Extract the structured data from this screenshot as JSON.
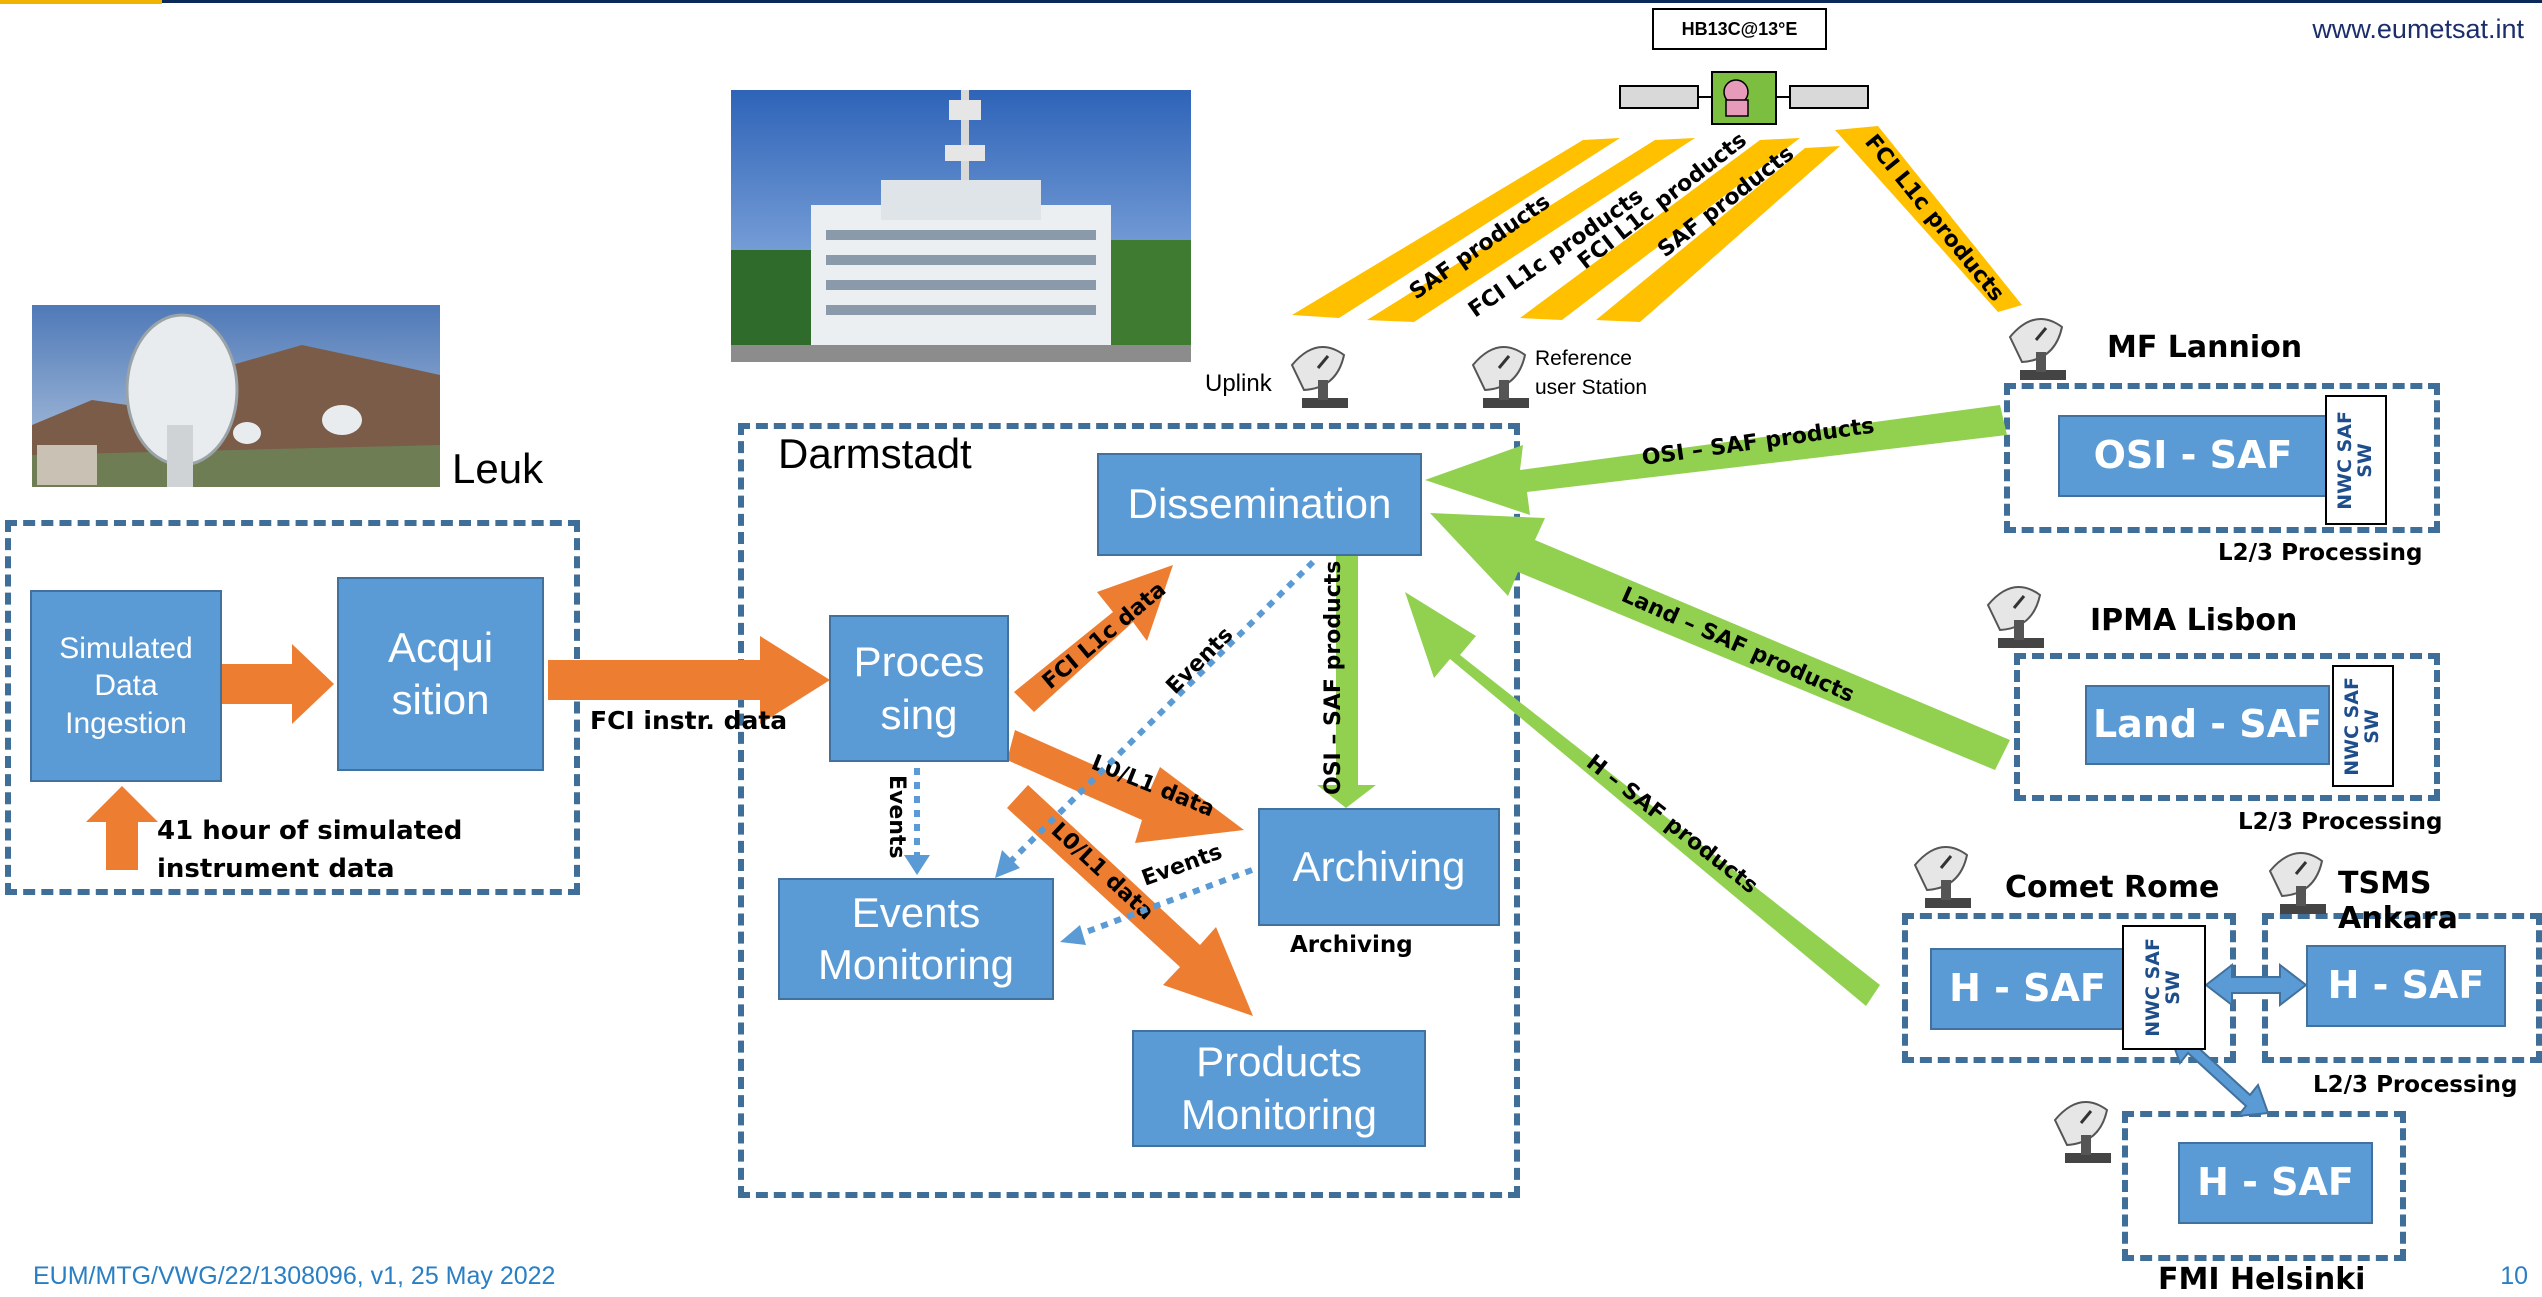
{
  "header": {
    "url": "www.eumetsat.int"
  },
  "footer": {
    "doc_ref": "EUM/MTG/VWG/22/1308096, v1, 25 May 2022",
    "page_number": "10"
  },
  "satellite": {
    "label": "HB13C@13°E"
  },
  "stations": {
    "uplink": "Uplink",
    "reference_line1": "Reference",
    "reference_line2": "user Station",
    "leuk": "Leuk",
    "darmstadt": "Darmstadt",
    "mf_lannion": "MF Lannion",
    "ipma_lisbon": "IPMA Lisbon",
    "comet_rome": "Comet Rome",
    "tsms_ankara": "TSMS Ankara",
    "fmi_helsinki": "FMI Helsinki"
  },
  "boxes": {
    "simulated_ingestion": "Simulated Data Ingestion",
    "acquisition_line1": "Acqui",
    "acquisition_line2": "sition",
    "processing_line1": "Proces",
    "processing_line2": "sing",
    "dissemination": "Dissemination",
    "archiving": "Archiving",
    "events_monitoring_line1": "Events",
    "events_monitoring_line2": "Monitoring",
    "products_monitoring_line1": "Products",
    "products_monitoring_line2": "Monitoring",
    "osi_saf": "OSI - SAF",
    "land_saf": "Land - SAF",
    "h_saf_rome": "H - SAF",
    "h_saf_ankara": "H - SAF",
    "h_saf_helsinki": "H - SAF",
    "nwc_saf_sw_line1": "NWC SAF",
    "nwc_saf_sw_line2": "SW"
  },
  "labels": {
    "simulated_data_line1": "41 hour of simulated",
    "simulated_data_line2": "instrument data",
    "fci_instr_data": "FCI instr. data",
    "archiving_caption": "Archiving",
    "l23_processing": "L2/3 Processing",
    "events": "Events",
    "fci_l1c_data": "FCI L1c data",
    "l0l1_data": "L0/L1 data",
    "osi_saf_products": "OSI – SAF products",
    "land_saf_products": "Land – SAF products",
    "h_saf_products": "H – SAF products",
    "saf_products": "SAF products",
    "fci_l1c_products": "FCI L1c products"
  },
  "colors": {
    "box_blue": "#5b9bd5",
    "dashed_border": "#3f6e98",
    "orange_arrow": "#ed7d31",
    "green_arrow": "#92d050",
    "yellow_beam": "#ffc000",
    "dotted_event": "#5b9bd5"
  }
}
